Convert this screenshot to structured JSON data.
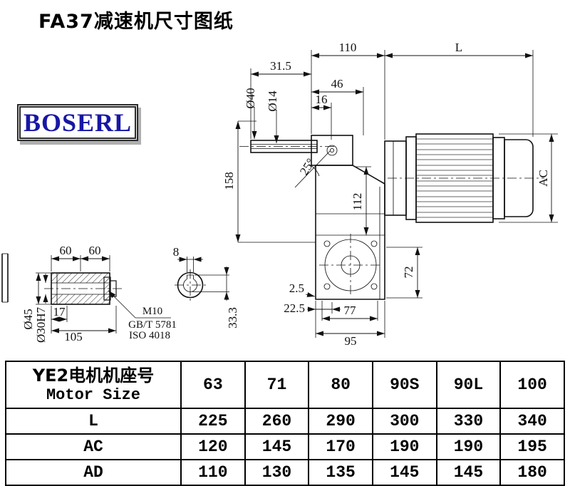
{
  "page": {
    "title": "FA37减速机尺寸图纸",
    "logo_text": "BOSERL"
  },
  "drawing": {
    "dims": {
      "top_width": "110",
      "motor_length": "L",
      "shaft_overhang": "31.5",
      "flange_width": "46",
      "shaft_step": "16",
      "shaft_dia": "Ø40",
      "bore_dia": "Ø14",
      "tilt_angle": "25°",
      "height_total": "158",
      "height_inner": "112",
      "motor_dia": "AC",
      "foot_height": "72",
      "offset_small": "2.5",
      "offset_face": "22.5",
      "foot_width": "77",
      "base_width": "95",
      "hub_len_a": "60",
      "hub_len_b": "60",
      "key_width": "8",
      "hub_od": "Ø45",
      "hub_bore": "Ø30H7",
      "key_len": "17",
      "hub_total": "105",
      "bolt_spec": "M10",
      "bolt_std1": "GB/T 5781",
      "bolt_std2": "ISO 4018",
      "key_height": "33.3"
    }
  },
  "table": {
    "header": {
      "cn": "YE2电机机座号",
      "en": "Motor Size",
      "sizes": [
        "63",
        "71",
        "80",
        "90S",
        "90L",
        "100"
      ]
    },
    "rows": [
      {
        "label": "L",
        "values": [
          "225",
          "260",
          "290",
          "300",
          "330",
          "340"
        ]
      },
      {
        "label": "AC",
        "values": [
          "120",
          "145",
          "170",
          "190",
          "190",
          "195"
        ]
      },
      {
        "label": "AD",
        "values": [
          "110",
          "130",
          "135",
          "145",
          "145",
          "180"
        ]
      }
    ]
  }
}
